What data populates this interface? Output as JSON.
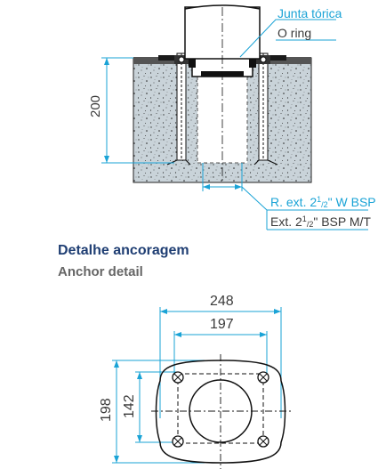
{
  "section_view": {
    "oring_label_pt": "Junta tórica",
    "oring_label_en": "O ring",
    "depth_dim": "200",
    "thread_label_pt_prefix": "R. ext. 2",
    "thread_label_pt_sup": "1",
    "thread_label_pt_sub": "/2",
    "thread_label_pt_suffix": "\" W BSP",
    "thread_label_en_prefix": "Ext. 2",
    "thread_label_en_sup": "1",
    "thread_label_en_sub": "/2",
    "thread_label_en_suffix": "\" BSP M/T"
  },
  "anchor_section": {
    "title_pt": "Detalhe ancoragem",
    "title_en": "Anchor detail"
  },
  "plan_view": {
    "outer_width_dim": "248",
    "inner_width_dim": "197",
    "outer_height_dim": "198",
    "inner_height_dim": "142"
  },
  "colors": {
    "dimension": "#1aa3d6",
    "title": "#1f3e73",
    "subtitle": "#666666",
    "concrete": "#c9d3d9"
  }
}
